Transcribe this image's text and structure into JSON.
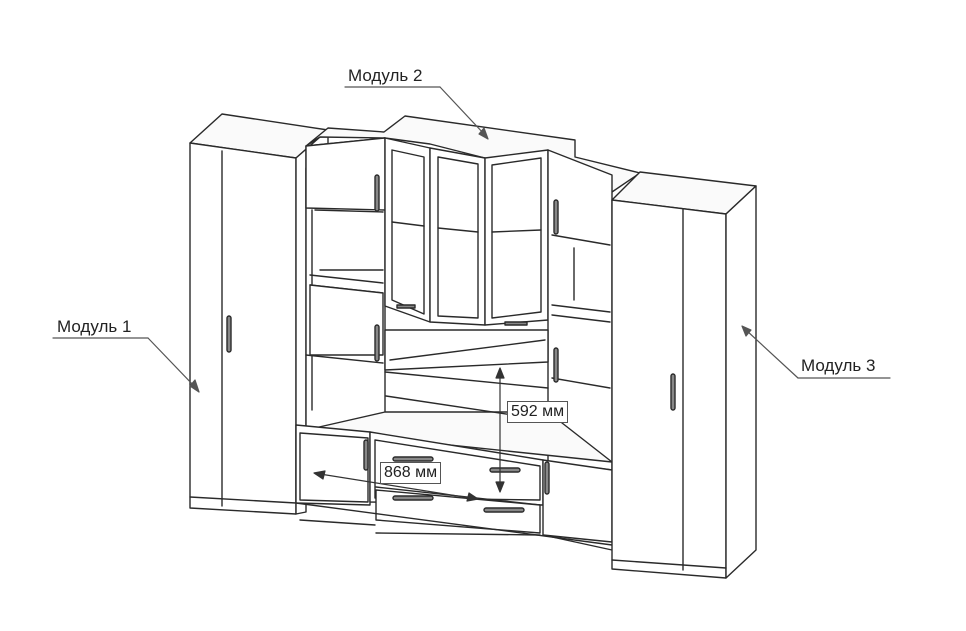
{
  "labels": {
    "module1": "Модуль 1",
    "module2": "Модуль 2",
    "module3": "Модуль 3"
  },
  "dimensions": {
    "height": "592 мм",
    "width": "868 мм"
  }
}
